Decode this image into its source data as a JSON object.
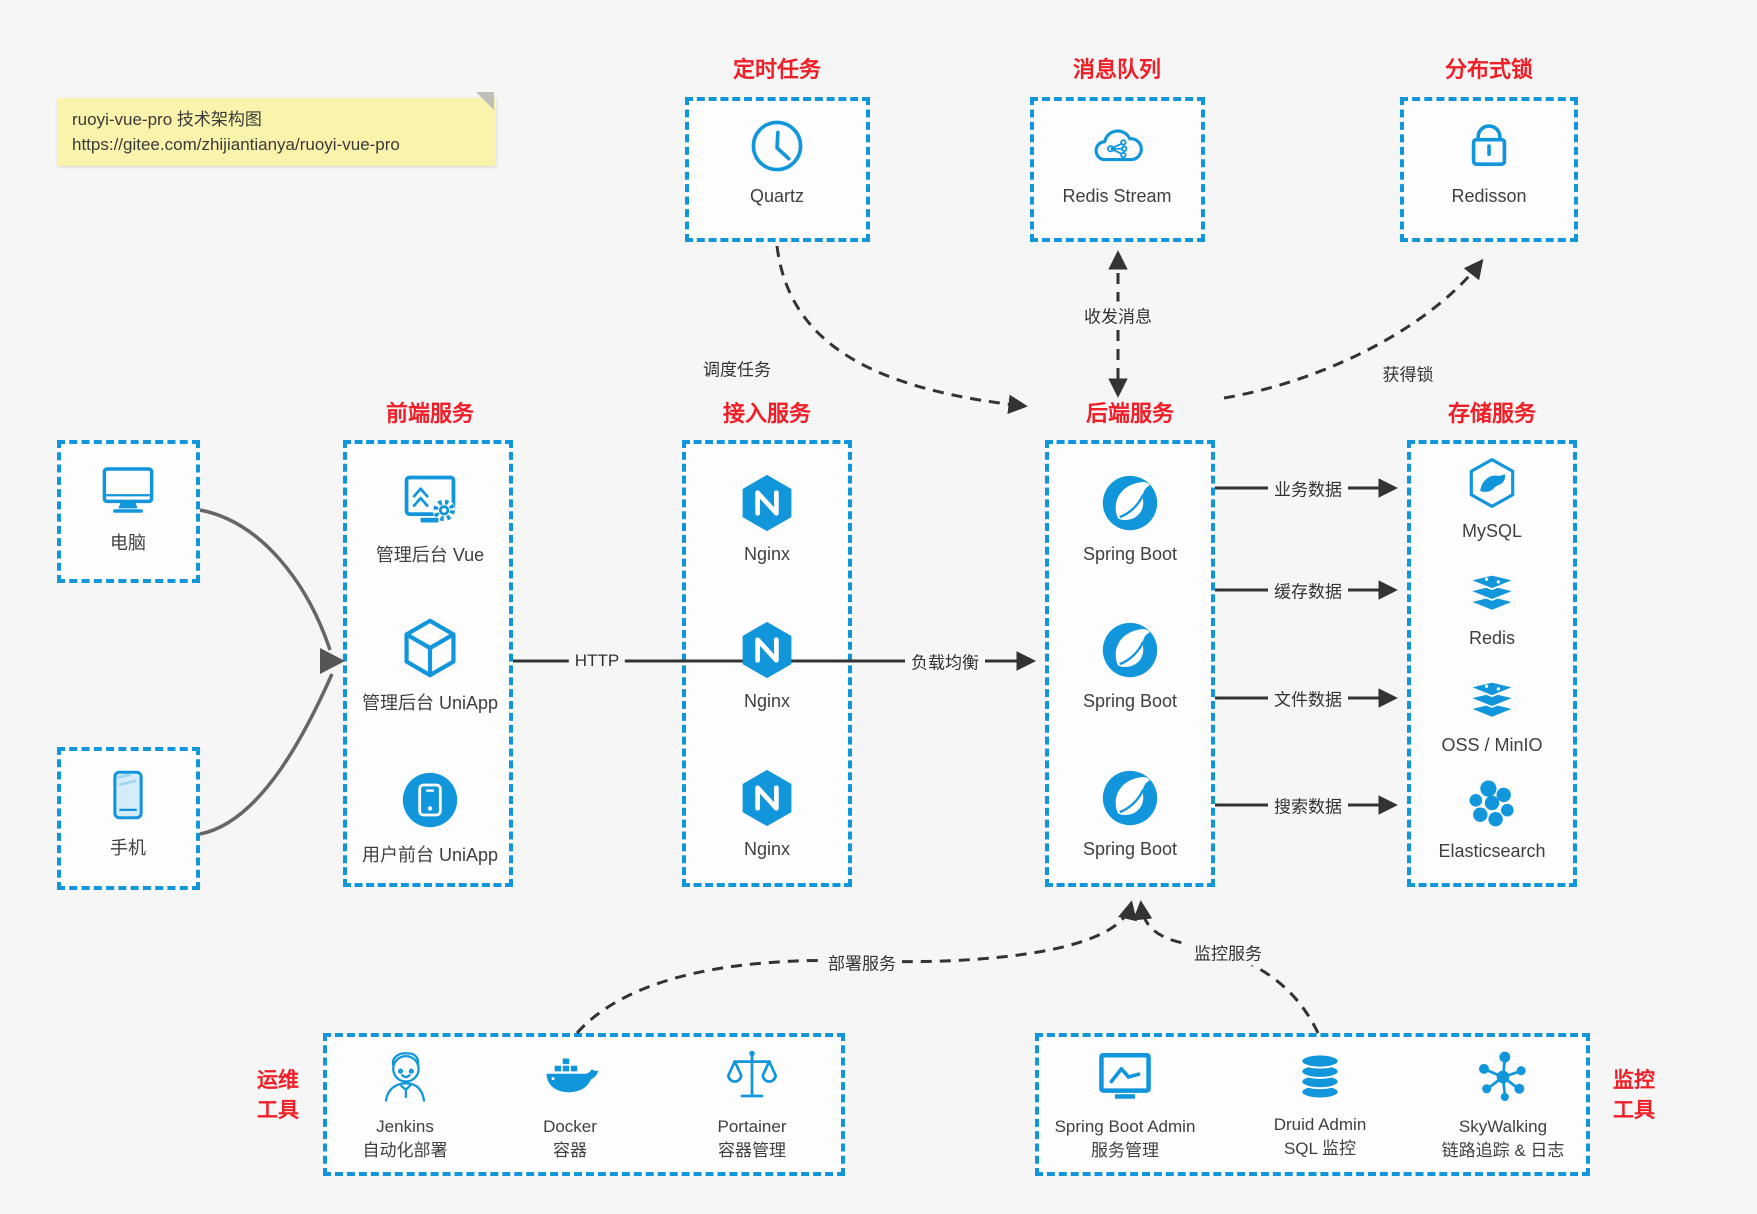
{
  "note": {
    "line1": "ruoyi-vue-pro 技术架构图",
    "line2": "https://gitee.com/zhijiantianya/ruoyi-vue-pro"
  },
  "colors": {
    "accent_blue": "#1296db",
    "title_red": "#f01e26",
    "arrow_dark": "#333333",
    "background": "#f6f6f7",
    "note_yellow": "#faf3ac"
  },
  "devices": {
    "computer": {
      "label": "电脑",
      "icon": "computer-icon"
    },
    "phone": {
      "label": "手机",
      "icon": "phone-icon"
    }
  },
  "groups": {
    "scheduled": {
      "title": "定时任务",
      "items": [
        {
          "label": "Quartz",
          "icon": "clock-icon"
        }
      ]
    },
    "mq": {
      "title": "消息队列",
      "items": [
        {
          "label": "Redis Stream",
          "icon": "cloud-stream-icon"
        }
      ]
    },
    "dlock": {
      "title": "分布式锁",
      "items": [
        {
          "label": "Redisson",
          "icon": "lock-icon"
        }
      ]
    },
    "frontend": {
      "title": "前端服务",
      "items": [
        {
          "label": "管理后台 Vue",
          "icon": "vue-admin-icon"
        },
        {
          "label": "管理后台 UniApp",
          "icon": "uniapp-cube-icon"
        },
        {
          "label": "用户前台 UniApp",
          "icon": "user-front-icon"
        }
      ]
    },
    "gateway": {
      "title": "接入服务",
      "items": [
        {
          "label": "Nginx",
          "icon": "nginx-icon"
        },
        {
          "label": "Nginx",
          "icon": "nginx-icon"
        },
        {
          "label": "Nginx",
          "icon": "nginx-icon"
        }
      ]
    },
    "backend": {
      "title": "后端服务",
      "items": [
        {
          "label": "Spring Boot",
          "icon": "spring-boot-icon"
        },
        {
          "label": "Spring Boot",
          "icon": "spring-boot-icon"
        },
        {
          "label": "Spring Boot",
          "icon": "spring-boot-icon"
        }
      ]
    },
    "storage": {
      "title": "存储服务",
      "items": [
        {
          "label": "MySQL",
          "icon": "mysql-icon"
        },
        {
          "label": "Redis",
          "icon": "redis-stack-icon"
        },
        {
          "label": "OSS / MinIO",
          "icon": "oss-stack-icon"
        },
        {
          "label": "Elasticsearch",
          "icon": "elasticsearch-icon"
        }
      ]
    },
    "ops": {
      "title_line1": "运维",
      "title_line2": "工具",
      "items": [
        {
          "name": "Jenkins",
          "desc": "自动化部署",
          "icon": "jenkins-icon"
        },
        {
          "name": "Docker",
          "desc": "容器",
          "icon": "docker-icon"
        },
        {
          "name": "Portainer",
          "desc": "容器管理",
          "icon": "portainer-icon"
        }
      ]
    },
    "monitoring": {
      "title_line1": "监控",
      "title_line2": "工具",
      "items": [
        {
          "name": "Spring Boot Admin",
          "desc": "服务管理",
          "icon": "spring-boot-admin-icon"
        },
        {
          "name": "Druid Admin",
          "desc": "SQL 监控",
          "icon": "druid-db-icon"
        },
        {
          "name": "SkyWalking",
          "desc": "链路追踪 & 日志",
          "icon": "skywalking-icon"
        }
      ]
    }
  },
  "edges": {
    "http": "HTTP",
    "load_balance": "负载均衡",
    "biz_data": "业务数据",
    "cache_data": "缓存数据",
    "file_data": "文件数据",
    "search_data": "搜索数据",
    "schedule": "调度任务",
    "message": "收发消息",
    "acquire_lock": "获得锁",
    "deploy": "部署服务",
    "monitor": "监控服务"
  }
}
